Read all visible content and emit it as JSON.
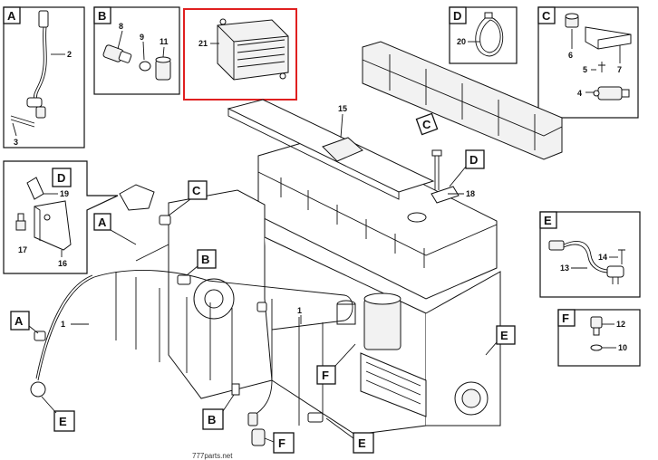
{
  "colors": {
    "ink": "#111111",
    "highlight": "#e02020",
    "background": "#ffffff"
  },
  "insets": {
    "A": {
      "letter": "A",
      "parts": [
        "2",
        "3"
      ]
    },
    "B": {
      "letter": "B",
      "parts": [
        "8",
        "9",
        "11"
      ]
    },
    "B_highlight": {
      "parts": [
        "21"
      ]
    },
    "D": {
      "letter": "D",
      "parts": [
        "20"
      ]
    },
    "C": {
      "letter": "C",
      "parts": [
        "6",
        "5",
        "7",
        "4"
      ]
    },
    "D2": {
      "letter": "D",
      "parts": [
        "19",
        "17",
        "16"
      ]
    },
    "E": {
      "letter": "E",
      "parts": [
        "14",
        "13"
      ]
    },
    "F": {
      "letter": "F",
      "parts": [
        "12",
        "10"
      ]
    }
  },
  "main_callouts": [
    "15",
    "18",
    "1",
    "1"
  ],
  "main_tags": [
    "A",
    "C",
    "B",
    "C",
    "D",
    "A",
    "E",
    "F",
    "E",
    "B",
    "F",
    "E"
  ],
  "watermark": "777parts.net"
}
